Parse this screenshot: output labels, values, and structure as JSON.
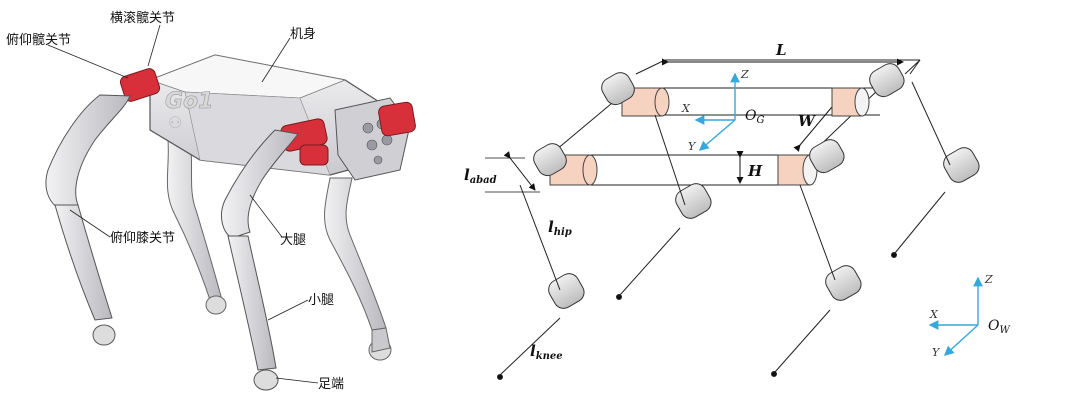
{
  "robot_labels": {
    "hip_pitch_joint": "俯仰髋关节",
    "hip_roll_joint": "横滚髋关节",
    "body": "机身",
    "knee_pitch_joint": "俯仰膝关节",
    "thigh": "大腿",
    "shank": "小腿",
    "foot": "足端"
  },
  "robot_logo": "Go1",
  "kinematic_labels": {
    "length": "L",
    "width": "W",
    "height": "H",
    "body_frame_origin": "O",
    "body_frame_sub": "G",
    "world_frame_origin": "O",
    "world_frame_sub": "W",
    "abad_link": "l",
    "abad_sub": "abad",
    "hip_link": "l",
    "hip_sub": "hip",
    "knee_link": "l",
    "knee_sub": "knee"
  },
  "axes": {
    "x": "X",
    "y": "Y",
    "z": "Z"
  },
  "colors": {
    "joint_red": "#d8303a",
    "body_grey": "#e6e6ea",
    "motor_peach": "#f6d2c0",
    "axis_blue": "#35a8dc",
    "line_dark": "#222222"
  }
}
